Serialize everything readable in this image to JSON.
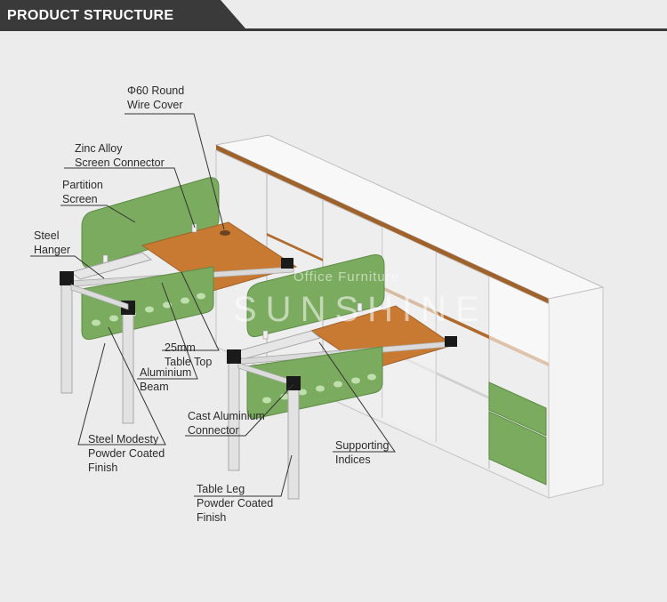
{
  "header": {
    "title": "PRODUCT STRUCTURE"
  },
  "watermark": {
    "line1": "Office Furniture",
    "line2": "SUNSHINE"
  },
  "labels": {
    "wire_cover": {
      "line1": "Φ60 Round",
      "line2": "Wire Cover"
    },
    "screen_connector": {
      "line1": "Zinc Alloy",
      "line2": "Screen Connector"
    },
    "partition_screen": {
      "line1": "Partition",
      "line2": "Screen"
    },
    "steel_hanger": {
      "line1": "Steel",
      "line2": "Hanger"
    },
    "table_top": {
      "line1": "25mm",
      "line2": "Table Top"
    },
    "aluminium_beam": {
      "line1": "Aluminium",
      "line2": "Beam"
    },
    "cast_connector": {
      "line1": "Cast Aluminium",
      "line2": "Connector"
    },
    "supporting_indices": {
      "line1": "Supporting",
      "line2": "Indices"
    },
    "steel_modesty": {
      "line1": "Steel Modesty",
      "line2": "Powder Coated",
      "line3": "Finish"
    },
    "table_leg": {
      "line1": "Table Leg",
      "line2": "Powder Coated",
      "line3": "Finish"
    }
  },
  "colors": {
    "title_bar": "#3a3a3a",
    "screen_green": "#7aab5e",
    "desktop_wood": "#c87a33",
    "cabinet_white": "#f7f7f7",
    "frame_gray": "#dcdcdc",
    "connector_black": "#1a1a1a"
  }
}
